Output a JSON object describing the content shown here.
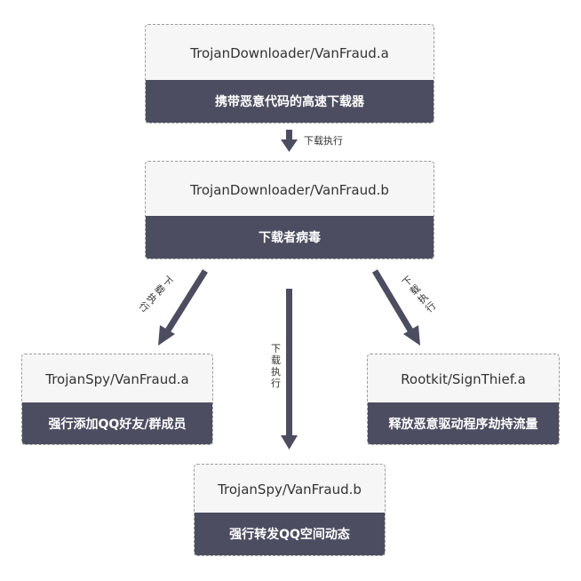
{
  "nodes": {
    "downloader_a": {
      "name": "TrojanDownloader/VanFraud.a",
      "description": "携带恶意代码的高速下载器"
    },
    "downloader_b": {
      "name": "TrojanDownloader/VanFraud.b",
      "description": "下载者病毒"
    },
    "spy_a": {
      "name": "TrojanSpy/VanFraud.a",
      "description": "强行添加QQ好友/群成员"
    },
    "rootkit": {
      "name": "Rootkit/SignThief.a",
      "description": "释放恶意驱动程序劫持流量"
    },
    "spy_b": {
      "name": "TrojanSpy/VanFraud.b",
      "description": "强行转发QQ空间动态"
    }
  },
  "edges": {
    "a_to_b": "下载执行",
    "b_to_spy_a": "下载执行",
    "b_to_spy_b": "下载执行",
    "b_to_rootkit": "下载执行"
  },
  "colors": {
    "box_header": "#4d4d61",
    "box_body": "#f6f6f6",
    "arrow": "#4d4d61"
  }
}
